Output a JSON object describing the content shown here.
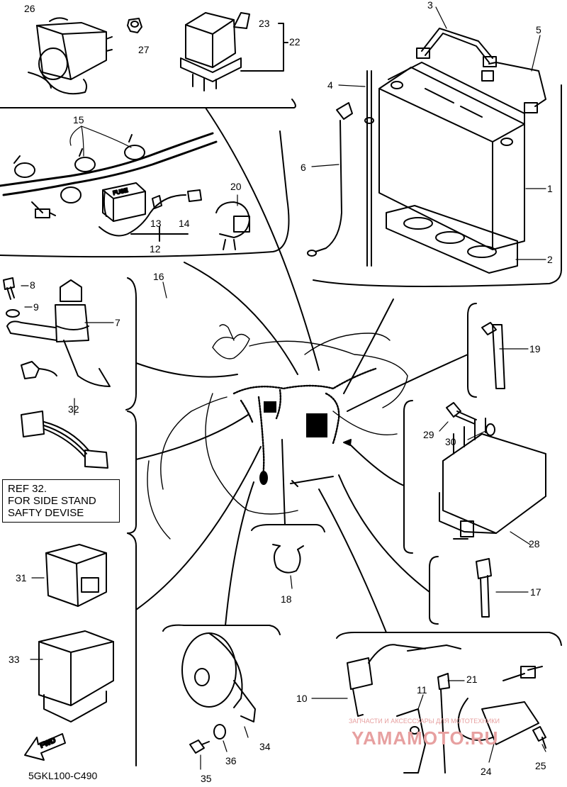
{
  "diagram": {
    "part_numbers": [
      "1",
      "2",
      "3",
      "4",
      "5",
      "6",
      "7",
      "8",
      "9",
      "10",
      "11",
      "12",
      "13",
      "14",
      "15",
      "16",
      "17",
      "18",
      "19",
      "20",
      "21",
      "22",
      "23",
      "24",
      "25",
      "26",
      "27",
      "28",
      "29",
      "30",
      "31",
      "32",
      "33",
      "34",
      "35",
      "36"
    ],
    "ref_note": [
      "REF 32.",
      "FOR SIDE STAND",
      "SAFTY DEVISE"
    ],
    "fuse_label": "FUSE",
    "fwd_label": "FWD",
    "drawing_code": "5GKL100-C490",
    "watermark": {
      "line1": "ЗАПЧАСТИ И АКСЕССУАРЫ ДЛЯ МОТОТЕХНИКИ",
      "line2": "YAMAMOTO.RU"
    }
  }
}
